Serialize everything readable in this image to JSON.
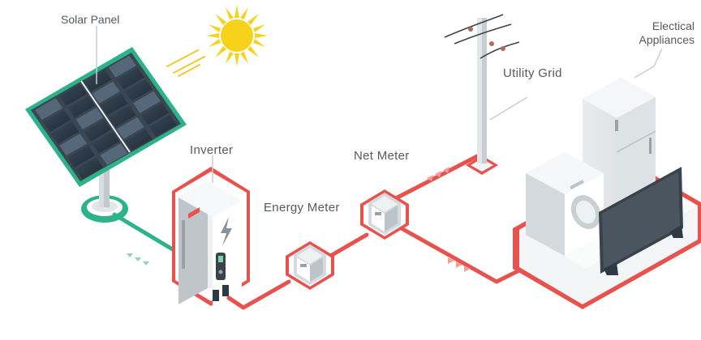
{
  "labels": {
    "solar_panel": "Solar Panel",
    "inverter": "Inverter",
    "energy_meter": "Energy Meter",
    "net_meter": "Net Meter",
    "utility_grid": "Utility Grid",
    "appliances_line1": "Electical",
    "appliances_line2": "Appliances"
  },
  "colors": {
    "panel_frame": "#2cb389",
    "dc_line": "#2cb389",
    "ac_line": "#e8524e",
    "sun": "#f7d21a",
    "dark_panel": "#2d3945",
    "device_grey": "#dfe3e5",
    "label_text": "#555a5e"
  },
  "icons": [
    "sun-icon",
    "lightning-icon",
    "flow-arrow-icon"
  ]
}
